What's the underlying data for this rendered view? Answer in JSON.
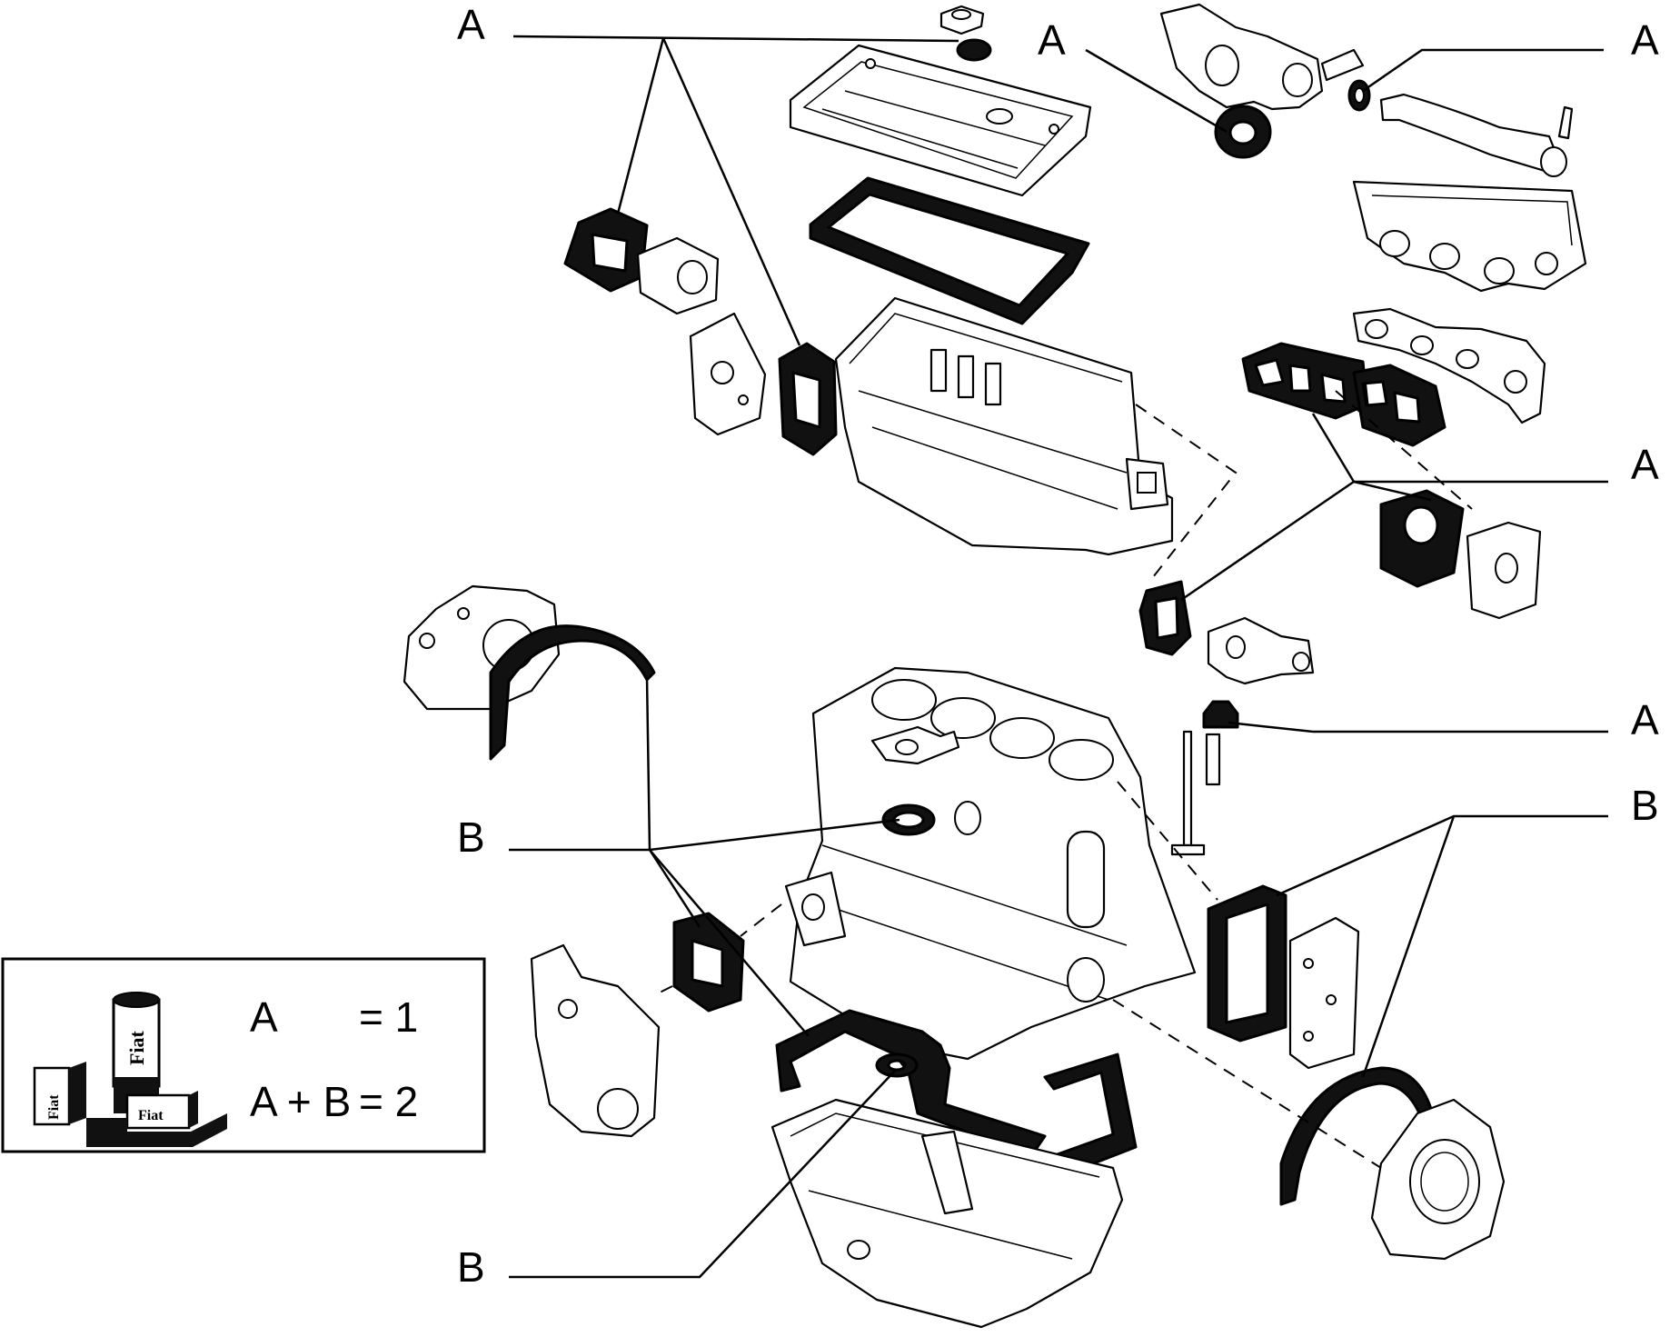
{
  "callouts": {
    "a1": "A",
    "a2": "A",
    "a3": "A",
    "a4": "A",
    "a5": "A",
    "b1": "B",
    "b2": "B",
    "b3": "B"
  },
  "legend": {
    "row1_key": "A",
    "row1_value": "= 1",
    "row2_key": "A + B",
    "row2_value": "= 2",
    "can_brand": "Fiat",
    "box_brand_1": "Fiat",
    "box_brand_2": "Fiat"
  },
  "colors": {
    "ink": "#000000",
    "paper": "#ffffff"
  }
}
